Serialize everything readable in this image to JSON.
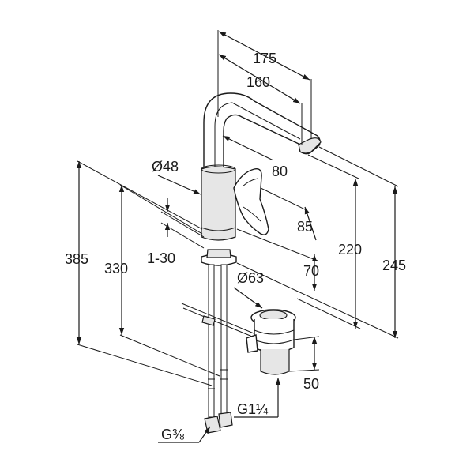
{
  "dimensions": {
    "spout_reach_outer": "175",
    "spout_reach_inner": "160",
    "body_diameter": "Ø48",
    "lever_offset": "80",
    "lever_height": "85",
    "base_height": "70",
    "spout_height_inner": "220",
    "spout_height_outer": "245",
    "total_height": "385",
    "body_height": "330",
    "deck_thickness": "1-30",
    "waste_diameter": "Ø63",
    "waste_depth": "50",
    "waste_thread": "G1¼",
    "supply_thread": "G⅜"
  },
  "colors": {
    "line": "#1a1a1a",
    "shade": "#e6e6e6",
    "background": "#ffffff"
  }
}
